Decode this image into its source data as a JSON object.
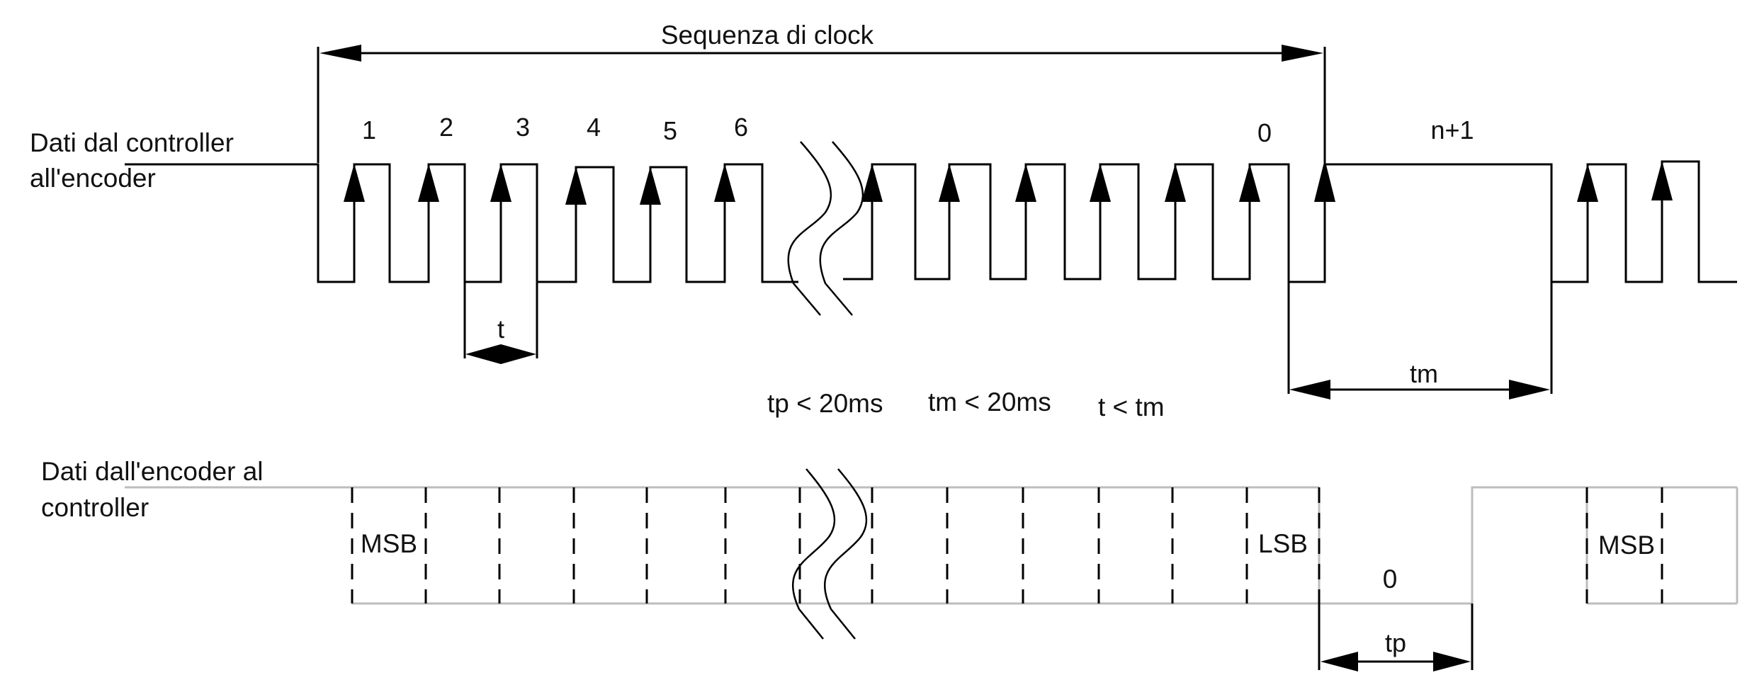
{
  "title": "Sequenza di clock",
  "signals": {
    "clock_label_line1": "Dati dal controller",
    "clock_label_line2": "all'encoder",
    "data_label_line1": "Dati dall'encoder al",
    "data_label_line2": "controller"
  },
  "clock_numbers": [
    "1",
    "2",
    "3",
    "4",
    "5",
    "6",
    "0",
    "n+1"
  ],
  "timing": {
    "t": "t",
    "tm": "tm",
    "tp": "tp",
    "constraint_tp": "tp < 20ms",
    "constraint_tm": "tm < 20ms",
    "constraint_t": "t < tm"
  },
  "data_bits": {
    "msb": "MSB",
    "lsb": "LSB",
    "zero": "0",
    "msb_next": "MSB"
  },
  "colors": {
    "line": "#000000",
    "idle_line": "#bdbdbd",
    "background": "#ffffff"
  }
}
